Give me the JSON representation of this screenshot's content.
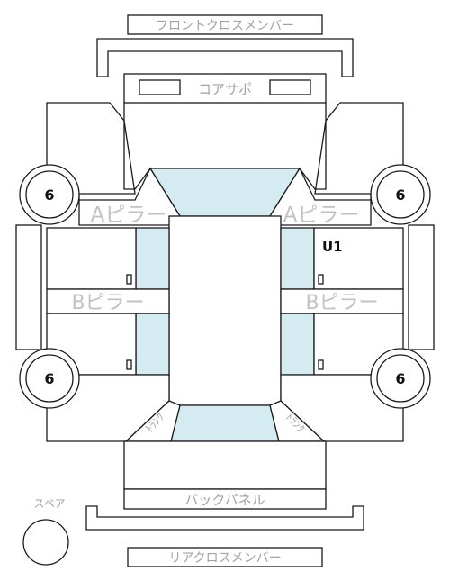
{
  "labels": {
    "front_cross_member": "フロントクロスメンバー",
    "core_support": "コアサポ",
    "a_pillar": "Aピラー",
    "b_pillar": "Bピラー",
    "back_panel": "バックパネル",
    "rear_cross_member": "リアクロスメンバー",
    "spare": "スペア",
    "unit_tag": "U1",
    "gap_left": "ﾄﾗﾝｸ",
    "gap_right": "ﾄﾗﾝｸ"
  },
  "wheels": {
    "front_left": "6",
    "front_right": "6",
    "rear_left": "6",
    "rear_right": "6"
  },
  "colors": {
    "glass": "#d4ebf2",
    "line": "#1a1a1a",
    "label": "#a3a3a3"
  }
}
